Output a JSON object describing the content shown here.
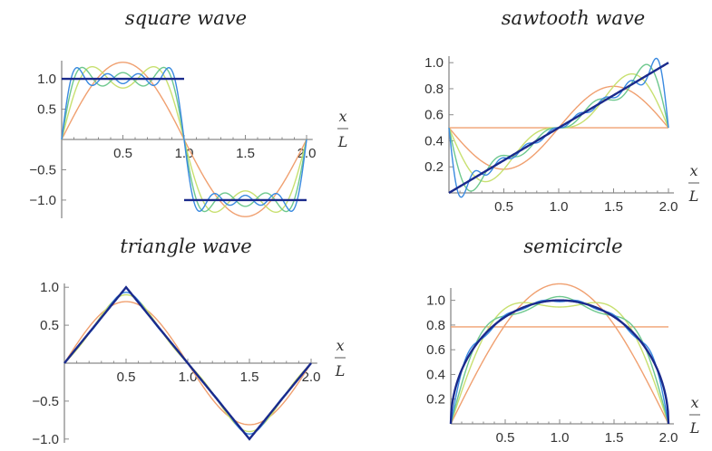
{
  "colors": {
    "term_1": "#f0a070",
    "term_2": "#c8e070",
    "term_3": "#6ec88e",
    "term_4": "#3a8ae0",
    "exact": "#1a2a8c",
    "axis": "#8a8a8a"
  },
  "chart_data": [
    {
      "type": "line",
      "title": "square wave",
      "xlabel": {
        "numerator": "x",
        "denominator": "L"
      },
      "xlim": [
        0,
        2.05
      ],
      "ylim": [
        -1.3,
        1.3
      ],
      "xticks": [
        0.5,
        1.0,
        1.5,
        2.0
      ],
      "xtick_labels": [
        "0.5",
        "1.0",
        "1.5",
        "2.0"
      ],
      "yticks": [
        1.0,
        0.5,
        -0.5,
        -1.0
      ],
      "ytick_labels": [
        "1.0",
        "0.5",
        "−0.5",
        "−1.0"
      ],
      "exact_function": "square",
      "fourier_terms": [
        1,
        2,
        3,
        4
      ]
    },
    {
      "type": "line",
      "title": "sawtooth wave",
      "xlabel": {
        "numerator": "x",
        "denominator": "L"
      },
      "xlim": [
        0,
        2.05
      ],
      "ylim": [
        0,
        1.05
      ],
      "xticks": [
        0.5,
        1.0,
        1.5,
        2.0
      ],
      "xtick_labels": [
        "0.5",
        "1.0",
        "1.5",
        "2.0"
      ],
      "yticks": [
        0.2,
        0.4,
        0.6,
        0.8,
        1.0
      ],
      "ytick_labels": [
        "0.2",
        "0.4",
        "0.6",
        "0.8",
        "1.0"
      ],
      "exact_function": "sawtooth",
      "fourier_terms": [
        0,
        1,
        2,
        4,
        8
      ]
    },
    {
      "type": "line",
      "title": "triangle wave",
      "xlabel": {
        "numerator": "x",
        "denominator": "L"
      },
      "xlim": [
        0,
        2.05
      ],
      "ylim": [
        -1.05,
        1.05
      ],
      "xticks": [
        0.5,
        1.0,
        1.5,
        2.0
      ],
      "xtick_labels": [
        "0.5",
        "1.0",
        "1.5",
        "2.0"
      ],
      "yticks": [
        1.0,
        0.5,
        -0.5,
        -1.0
      ],
      "ytick_labels": [
        "1.0",
        "0.5",
        "−0.5",
        "−1.0"
      ],
      "exact_function": "triangle",
      "fourier_terms": [
        1,
        2,
        3
      ]
    },
    {
      "type": "line",
      "title": "semicircle",
      "xlabel": {
        "numerator": "x",
        "denominator": "L"
      },
      "xlim": [
        0,
        2.05
      ],
      "ylim": [
        0,
        1.1
      ],
      "xticks": [
        0.5,
        1.0,
        1.5,
        2.0
      ],
      "xtick_labels": [
        "0.5",
        "1.0",
        "1.5",
        "2.0"
      ],
      "yticks": [
        0.2,
        0.4,
        0.6,
        0.8,
        1.0
      ],
      "ytick_labels": [
        "0.2",
        "0.4",
        "0.6",
        "0.8",
        "1.0"
      ],
      "exact_function": "semicircle",
      "fourier_terms": [
        0,
        1,
        2,
        3,
        6
      ]
    }
  ]
}
